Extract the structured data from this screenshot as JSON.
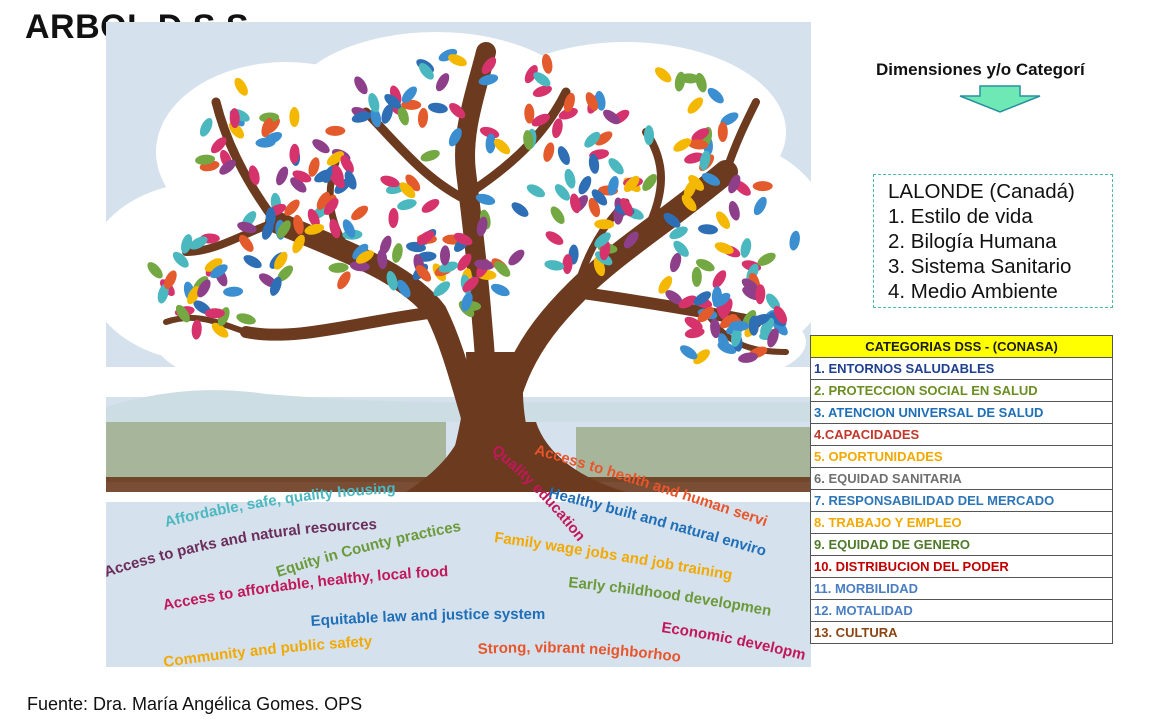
{
  "title": "ARBOL D.S.S.",
  "dimensions_label": "Dimensiones y/o Categorí",
  "lalonde": {
    "heading": "LALONDE (Canadá)",
    "items": [
      "1.  Estilo  de vida",
      "2.  Bilogía Humana",
      "3.  Sistema  Sanitario",
      "4.  Medio Ambiente"
    ]
  },
  "categories": {
    "header": "CATEGORIAS DSS - (CONASA)",
    "items": [
      {
        "label": "1. ENTORNOS SALUDABLES",
        "color": "#1f3f8f"
      },
      {
        "label": "2. PROTECCION SOCIAL EN SALUD",
        "color": "#6b8e23"
      },
      {
        "label": "3. ATENCION UNIVERSAL DE SALUD",
        "color": "#1f6fb8"
      },
      {
        "label": "4.CAPACIDADES",
        "color": "#c0392b"
      },
      {
        "label": "5. OPORTUNIDADES",
        "color": "#f2a900"
      },
      {
        "label": "6. EQUIDAD SANITARIA",
        "color": "#707070"
      },
      {
        "label": "7. RESPONSABILIDAD DEL MERCADO",
        "color": "#2e75b6"
      },
      {
        "label": "8. TRABAJO Y EMPLEO",
        "color": "#f2a900"
      },
      {
        "label": "9. EQUIDAD DE GENERO",
        "color": "#4f7a28"
      },
      {
        "label": "10. DISTRIBUCION DEL PODER",
        "color": "#c00000"
      },
      {
        "label": "11. MORBILIDAD",
        "color": "#4a7ec2"
      },
      {
        "label": "12. MOTALIDAD",
        "color": "#4a7ec2"
      },
      {
        "label": "13. CULTURA",
        "color": "#8b4513"
      }
    ]
  },
  "roots": [
    {
      "text": "Affordable, safe, quality housing",
      "color": "#4bb8c0"
    },
    {
      "text": "Access to parks and natural resources",
      "color": "#6b2d5c"
    },
    {
      "text": "Equity in County practices",
      "color": "#6a9a3a"
    },
    {
      "text": "Access to affordable, healthy, local food",
      "color": "#c2185b"
    },
    {
      "text": "Equitable law and justice system",
      "color": "#1f6fb8"
    },
    {
      "text": "Community and public safety",
      "color": "#f2a900"
    },
    {
      "text": "Quality education",
      "color": "#c2185b"
    },
    {
      "text": "Access to health and human servi",
      "color": "#e8552b"
    },
    {
      "text": "Healthy built and natural enviro",
      "color": "#1f6fb8"
    },
    {
      "text": "Family wage jobs and job training",
      "color": "#f2a900"
    },
    {
      "text": "Early childhood developmen",
      "color": "#6a9a3a"
    },
    {
      "text": "Economic developm",
      "color": "#c2185b"
    },
    {
      "text": "Strong, vibrant neighborhoo",
      "color": "#e8552b"
    }
  ],
  "source": "Fuente: Dra. María Angélica Gomes. OPS",
  "colors": {
    "leaf_palette": [
      "#d6336c",
      "#f5b800",
      "#3b8fd1",
      "#e35a2d",
      "#74a843",
      "#8e3f8a",
      "#4bb8c0",
      "#2e6eb5"
    ],
    "trunk": "#6b3a1f",
    "sky": "#d5e1ec",
    "ground": "#a7b59a"
  }
}
